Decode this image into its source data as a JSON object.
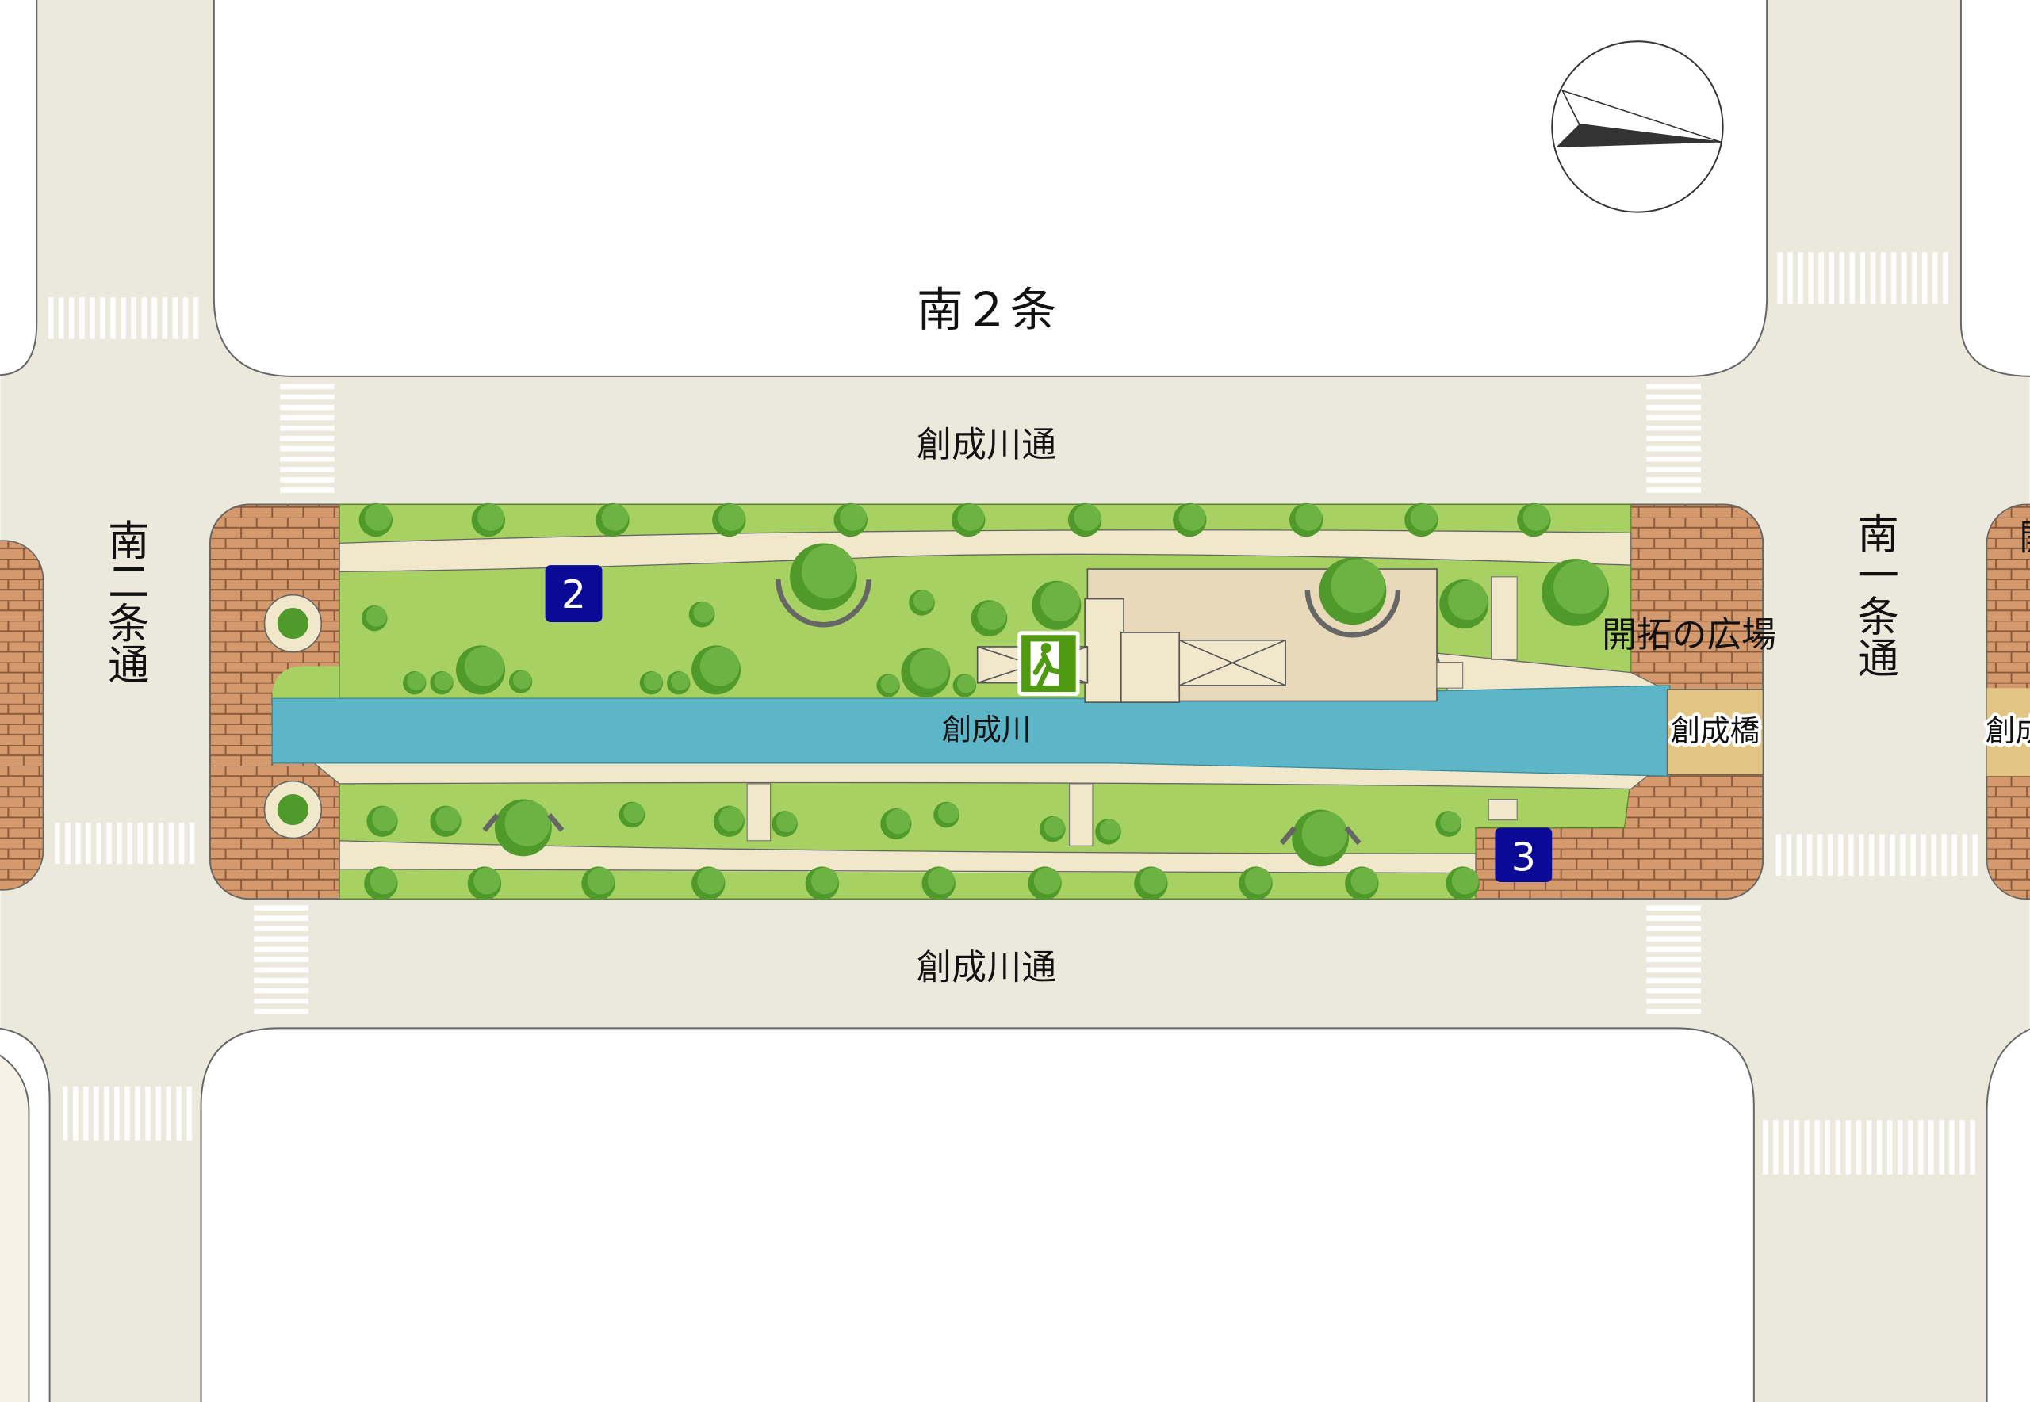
{
  "map": {
    "block_label_north": "南２条",
    "street_north": "創成川通",
    "street_south": "創成川通",
    "street_west": "南二条通",
    "street_east": "南一条通",
    "plaza_label": "開拓の広場",
    "river_label": "創成川",
    "bridge_label": "創成橋",
    "bridge_label_right_partial": "創成",
    "plaza_label_right_partial": "開",
    "markers": [
      {
        "label": "2"
      },
      {
        "label": "3"
      }
    ],
    "icons": [
      "emergency-exit-icon",
      "compass-north-arrow-icon"
    ]
  },
  "colors": {
    "road": "#ebe8dc",
    "brick": "#d49a6e",
    "grass": "#a8d163",
    "path": "#f1e8cc",
    "river": "#5db5c8",
    "bridge": "#e2c583",
    "building": "#e8d9ba",
    "tree": "#5fa83a",
    "marker": "#0a0a96",
    "exit": "#4f9a10"
  }
}
